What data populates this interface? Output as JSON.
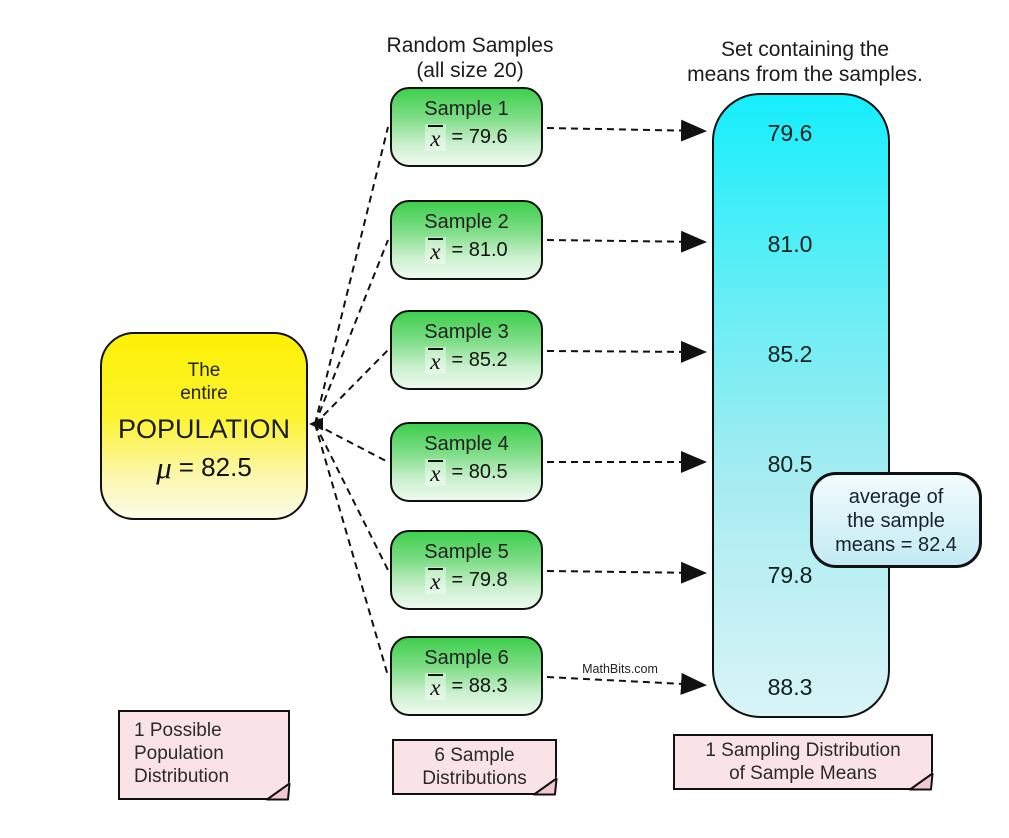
{
  "samples_header": {
    "line1": "Random Samples",
    "line2": "(all size 20)"
  },
  "set_header": {
    "line1": "Set containing the",
    "line2": "means from the samples."
  },
  "population": {
    "line1": "The",
    "line2": "entire",
    "line3": "POPULATION",
    "mu_symbol": "μ",
    "mu_value": "= 82.5"
  },
  "samples": [
    {
      "label": "Sample 1",
      "mean_symbol": "x",
      "mean": "= 79.6"
    },
    {
      "label": "Sample 2",
      "mean_symbol": "x",
      "mean": "= 81.0"
    },
    {
      "label": "Sample 3",
      "mean_symbol": "x",
      "mean": "= 85.2"
    },
    {
      "label": "Sample 4",
      "mean_symbol": "x",
      "mean": "= 80.5"
    },
    {
      "label": "Sample 5",
      "mean_symbol": "x",
      "mean": "= 79.8"
    },
    {
      "label": "Sample 6",
      "mean_symbol": "x",
      "mean": "= 88.3"
    }
  ],
  "set_box": {
    "values": [
      "79.6",
      "81.0",
      "85.2",
      "80.5",
      "79.8",
      "88.3"
    ]
  },
  "callout": {
    "line1": "average of",
    "line2": "the sample",
    "line3": "means = 82.4"
  },
  "watermark": "MathBits.com",
  "notes": [
    {
      "lines": [
        "1 Possible",
        "Population",
        "Distribution"
      ]
    },
    {
      "lines": [
        "6 Sample",
        "Distributions"
      ]
    },
    {
      "lines": [
        "1 Sampling Distribution",
        "of Sample Means"
      ]
    }
  ],
  "colors": {
    "population_top": "#fdf105",
    "population_bottom": "#fdfce6",
    "sample_top": "#3ecf4e",
    "sample_bottom": "#edfaee",
    "set_top": "#16eefc",
    "set_bottom": "#d9f4f7",
    "callout_top": "#f2fcfe",
    "callout_bottom": "#c2eaf4",
    "note_fill": "#fae3e6",
    "line": "#111111"
  }
}
